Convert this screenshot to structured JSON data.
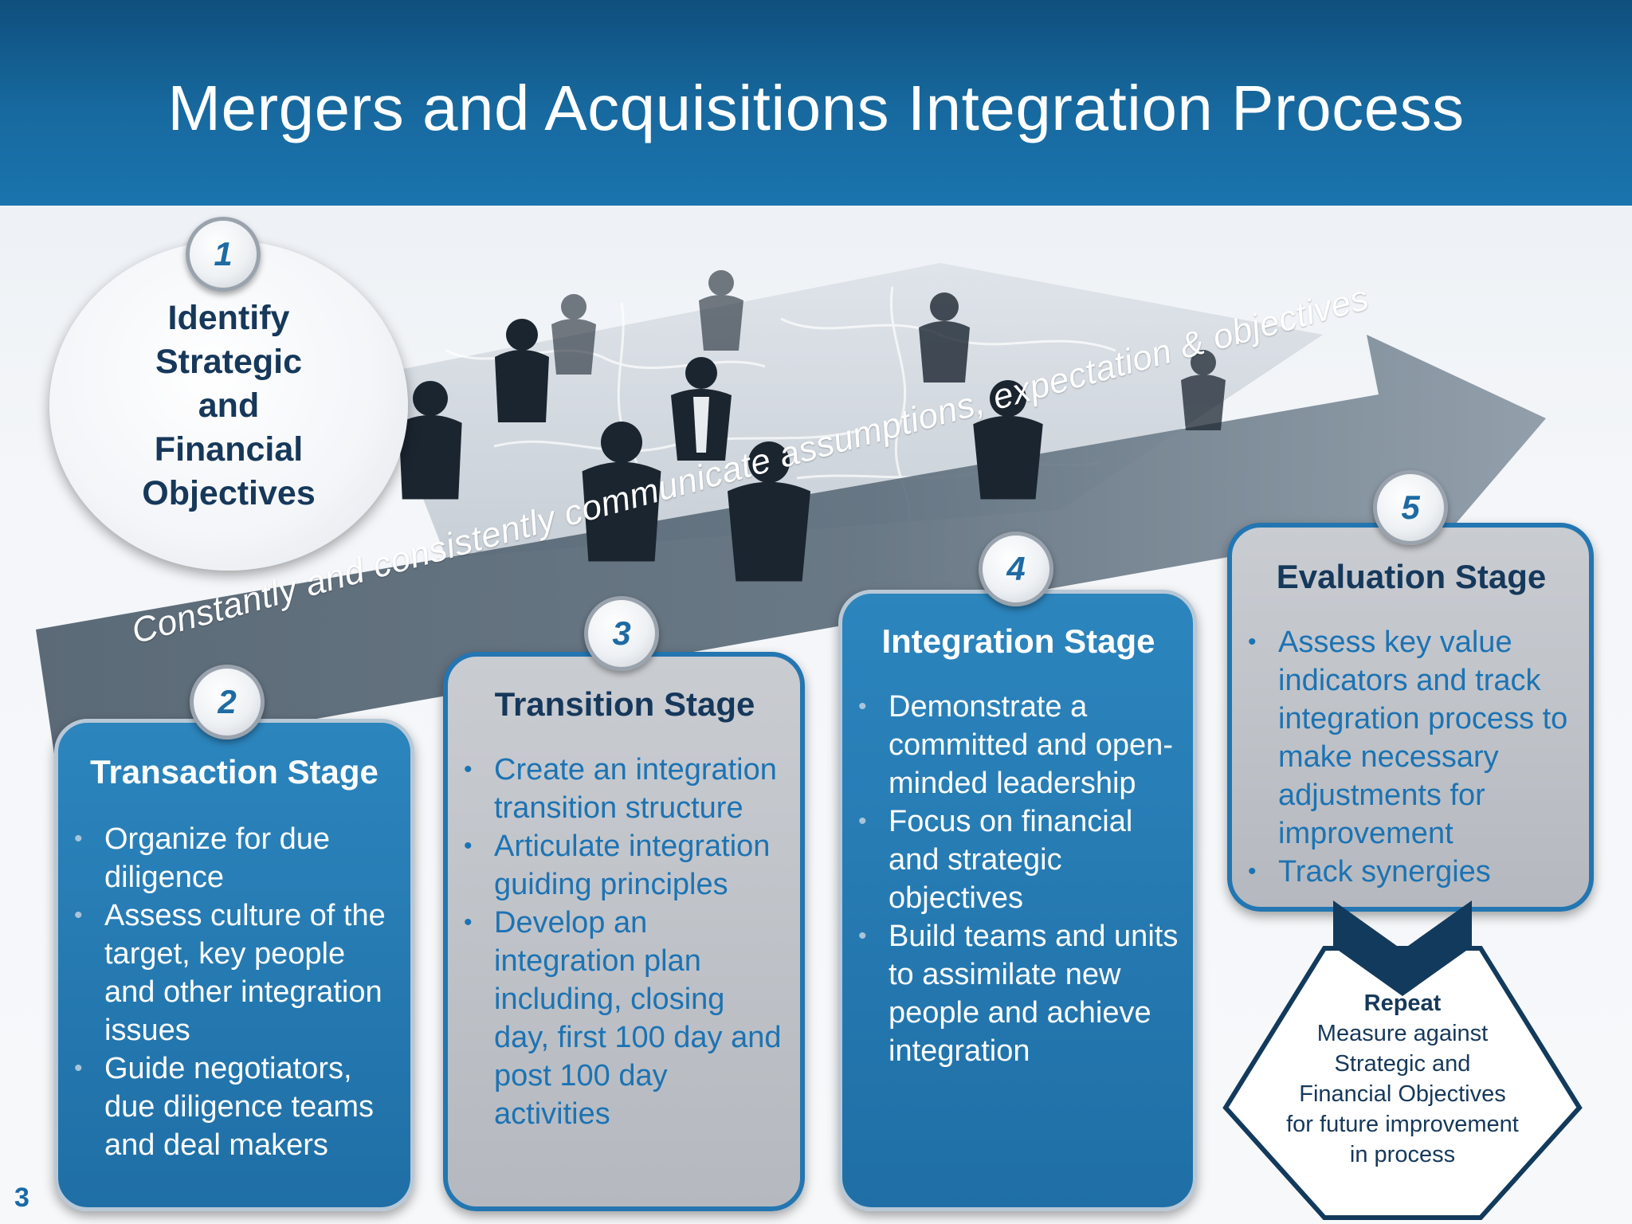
{
  "title": "Mergers and Acquisitions Integration Process",
  "banner": "Constantly and consistently communicate assumptions, expectation & objectives",
  "goal": {
    "number": "1",
    "lines": [
      "Identify",
      "Strategic",
      "and",
      "Financial",
      "Objectives"
    ]
  },
  "stages": [
    {
      "number": "2",
      "title": "Transaction Stage",
      "items": [
        "Organize for due diligence",
        "Assess culture of the target, key people and other integration issues",
        "Guide negotiators, due diligence teams and deal makers"
      ]
    },
    {
      "number": "3",
      "title": "Transition Stage",
      "items": [
        "Create an integration transition structure",
        "Articulate integration guiding principles",
        "Develop an integration plan including, closing day, first 100 day and post 100 day activities"
      ]
    },
    {
      "number": "4",
      "title": "Integration Stage",
      "items": [
        "Demonstrate a committed and open-minded leadership",
        "Focus on financial and strategic objectives",
        "Build teams and units to assimilate new people and achieve integration"
      ]
    },
    {
      "number": "5",
      "title": "Evaluation Stage",
      "items": [
        "Assess key value indicators and track integration process to make necessary adjustments for improvement",
        "Track synergies"
      ]
    }
  ],
  "repeat": {
    "title": "Repeat",
    "lines": [
      "Measure against",
      "Strategic and",
      "Financial Objectives",
      "for future improvement",
      "in process"
    ]
  },
  "page_number": "3",
  "colors": {
    "header_blue": "#176aa0",
    "card_blue": "#2379b2",
    "card_gray": "#bfc3c8",
    "title_navy": "#16385a",
    "accent_blue": "#1c73b3"
  }
}
